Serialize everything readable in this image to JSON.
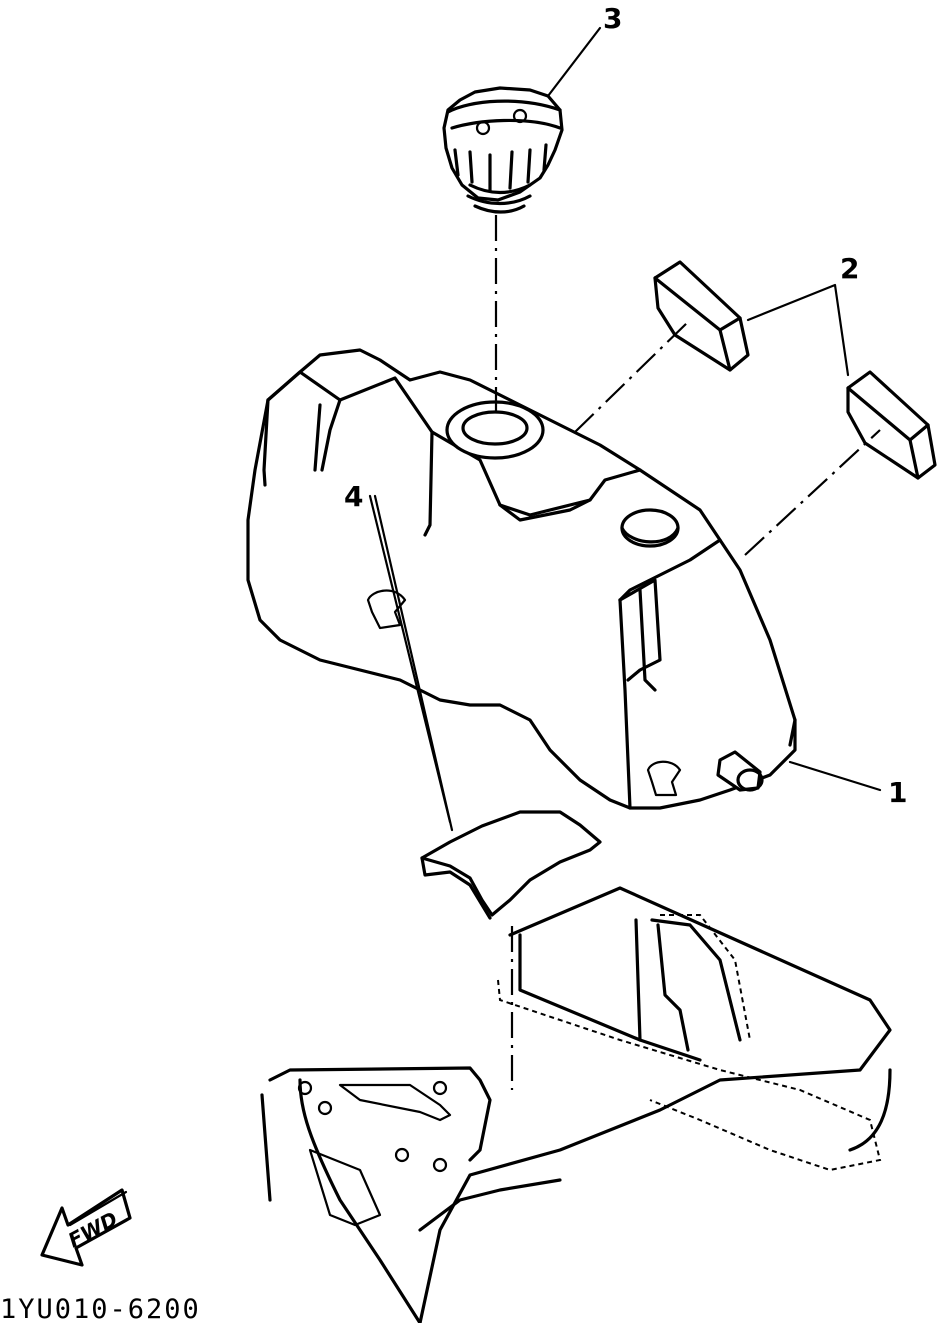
{
  "callouts": {
    "fuel_tank": "1",
    "damper": "2",
    "tank_cap": "3",
    "seat_pad": "4"
  },
  "fwd_label": "FWD",
  "diagram_code": "1YU010-6200"
}
